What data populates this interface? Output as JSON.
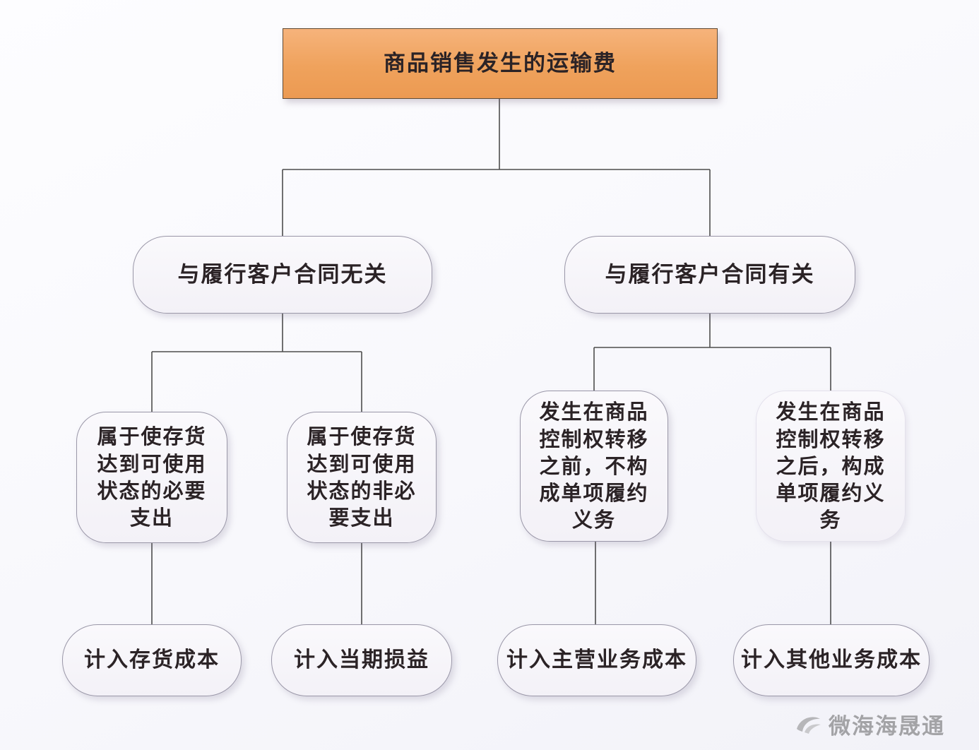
{
  "diagram": {
    "title": "商品销售发生的运输费",
    "root": {
      "label": "商品销售发生的运输费"
    },
    "level2": [
      {
        "label": "与履行客户合同无关"
      },
      {
        "label": "与履行客户合同有关"
      }
    ],
    "level3": [
      {
        "label": "属于使存货达到可使用状态的必要支出"
      },
      {
        "label": "属于使存货达到可使用状态的非必要支出"
      },
      {
        "label": "发生在商品控制权转移之前，不构成单项履约义务"
      },
      {
        "label": "发生在商品控制权转移之后，构成单项履约义务"
      }
    ],
    "leaves": [
      {
        "label": "计入存货成本"
      },
      {
        "label": "计入当期损益"
      },
      {
        "label": "计入主营业务成本"
      },
      {
        "label": "计入其他业务成本"
      }
    ],
    "watermark": {
      "label": "微海海晟通"
    },
    "colors": {
      "root_fill": "#efa25c",
      "root_border": "#5f4a35",
      "node_fill": "#f5f3f8",
      "node_border": "#9a97a8",
      "line": "#4d4d4d",
      "background": "#f8f8fc",
      "watermark_text": "#a3a3a6"
    }
  }
}
